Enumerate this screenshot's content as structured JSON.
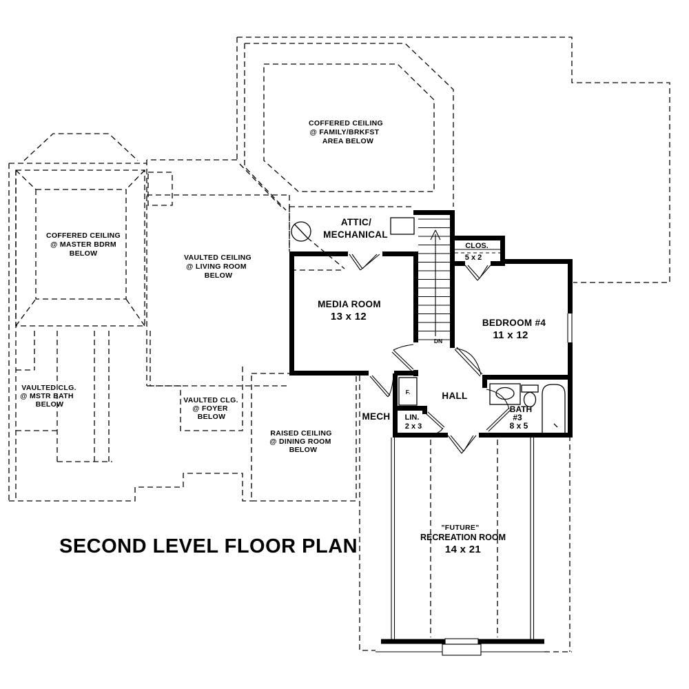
{
  "title": "SECOND LEVEL FLOOR PLAN",
  "colors": {
    "ink": "#000000",
    "paper": "#ffffff"
  },
  "ceiling_notes": {
    "family": [
      "COFFERED CEILING",
      "@ FAMILY/BRKFST",
      "AREA BELOW"
    ],
    "master": [
      "COFFERED CEILING",
      "@ MASTER BDRM",
      "BELOW"
    ],
    "living": [
      "VAULTED CEILING",
      "@ LIVING ROOM",
      "BELOW"
    ],
    "master_bath": [
      "VAULTED CLG.",
      "@ MSTR BATH",
      "BELOW"
    ],
    "foyer": [
      "VAULTED CLG.",
      "@ FOYER",
      "BELOW"
    ],
    "dining": [
      "RAISED CEILING",
      "@ DINING ROOM",
      "BELOW"
    ]
  },
  "rooms": {
    "attic_mechanical": [
      "ATTIC/",
      "MECHANICAL"
    ],
    "media": {
      "name": "MEDIA ROOM",
      "size": "13 x 12"
    },
    "bedroom4": {
      "name": "BEDROOM #4",
      "size": "11 x 12"
    },
    "closet": {
      "name": "CLOS.",
      "size": "5 x 2"
    },
    "hall": {
      "name": "HALL"
    },
    "mech": {
      "name": "MECH"
    },
    "linen": {
      "name": "LIN.",
      "size": "2 x 3"
    },
    "bath3": {
      "name": "BATH",
      "number": "#3",
      "size": "8 x 5"
    },
    "recreation": {
      "qualifier": "\"FUTURE\"",
      "name": "RECREATION ROOM",
      "size": "14 x 21"
    },
    "furnace": {
      "abbr": "F."
    },
    "stairs": {
      "direction": "DN"
    }
  }
}
